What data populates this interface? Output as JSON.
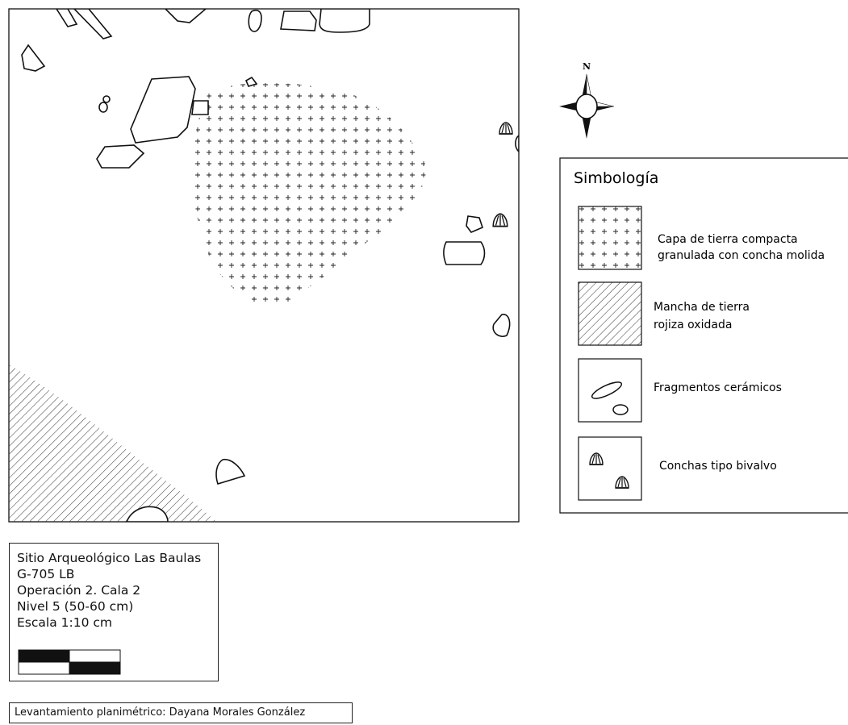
{
  "site_plan": {
    "north_label": "N",
    "legend": {
      "title": "Simbología",
      "items": [
        {
          "id": "compact-soil",
          "pattern": "dot-plus",
          "label_lines": [
            "Capa de tierra compacta",
            "granulada con concha molida"
          ]
        },
        {
          "id": "oxidized-soil",
          "pattern": "diagonal-hatch",
          "label_lines": [
            "Mancha de tierra",
            "rojiza oxidada"
          ]
        },
        {
          "id": "ceramics",
          "pattern": "ceramic-outline",
          "label_lines": [
            "Fragmentos cerámicos"
          ]
        },
        {
          "id": "shells",
          "pattern": "bivalve-shell",
          "label_lines": [
            "Conchas tipo bivalvo"
          ]
        }
      ]
    },
    "info": {
      "lines": [
        "Sitio Arqueológico Las Baulas",
        "G-705 LB",
        "Operación 2. Cala 2",
        "Nivel 5 (50-60 cm)",
        "Escala 1:10 cm"
      ],
      "scale_bar": "alternating black-white segments"
    },
    "credit": "Levantamiento planimétrico: Dayana Morales González",
    "colors": {
      "ink": "#111111",
      "paper": "#ffffff"
    }
  }
}
